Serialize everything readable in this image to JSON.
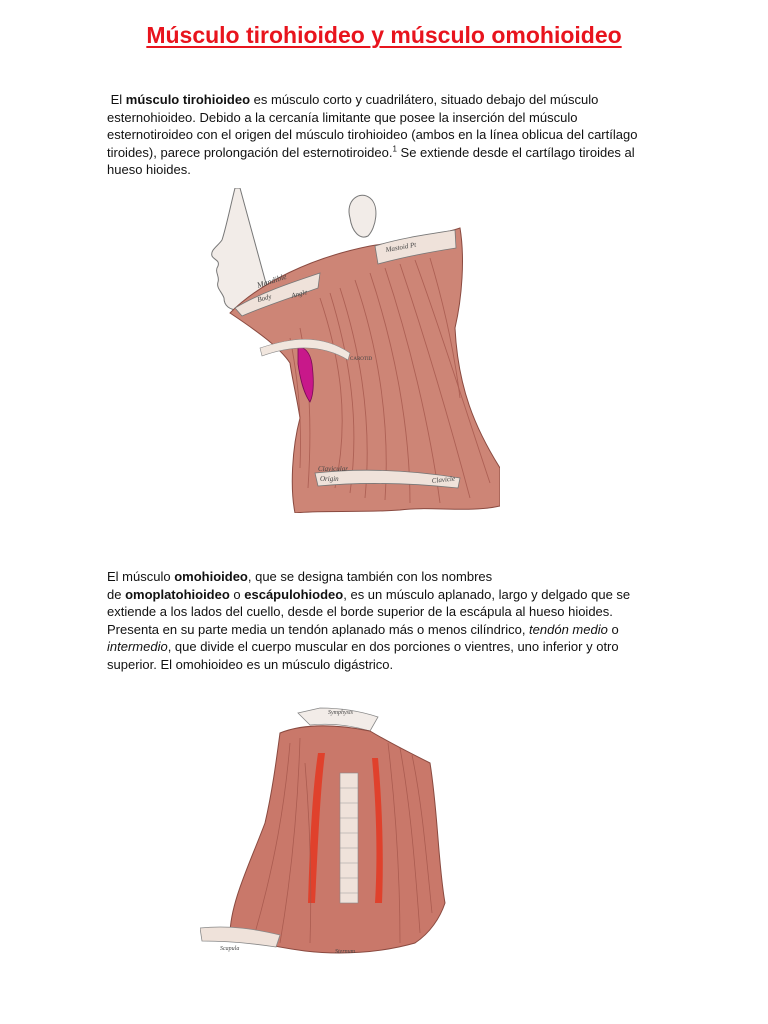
{
  "title": "Músculo tirohioideo y músculo omohioideo",
  "paragraph1": {
    "t1": "El ",
    "b1": "músculo tirohioideo",
    "t2": " es músculo corto y cuadrilátero, situado debajo del músculo esternohioideo. Debido a la cercanía limitante que posee la inserción del músculo esternotiroideo con el origen del músculo tirohioideo (ambos en la línea oblicua del cartílago tiroides), parece prolongación del esternotiroideo.",
    "sup": "1",
    "t3": " Se extiende desde el cartílago tiroides al hueso hioides."
  },
  "figure1": {
    "labels": {
      "mandible": "Mandible",
      "body": "Body",
      "angle": "Angle",
      "mastoid": "Mastoid Pt",
      "carotid": "CAROTID",
      "clavicular": "Clavicular",
      "origin": "Origin",
      "clavicle": "Clavicle"
    },
    "colors": {
      "muscle": "#cd8576",
      "muscle_dark": "#a6574c",
      "skin": "#f2ece8",
      "highlight": "#c8188a"
    }
  },
  "paragraph2": {
    "line1_a": "El músculo ",
    "line1_b": "omohioideo",
    "line1_c": ", que se designa también con los nombres",
    "line2_a": "de ",
    "line2_b": "omoplatohioideo",
    "line2_c": " o ",
    "line2_d": "escápulohiodeo",
    "line2_e": ", es un músculo aplanado, largo y delgado que se extiende a los lados del cuello, desde el borde superior de la escápula al hueso hioides. Presenta en su parte media un tendón aplanado más o menos cilíndrico, ",
    "i1": "tendón medio",
    "t_o": " o ",
    "i2": "intermedio",
    "t_end": ", que divide el cuerpo muscular en dos porciones o vientres, uno inferior y otro superior. El omohioideo es un músculo digástrico."
  },
  "figure2": {
    "labels": {
      "top": "Symphysis",
      "left": "Scapula",
      "bottom": "Sternum"
    },
    "colors": {
      "muscle": "#c9786a",
      "highlight": "#e0412c"
    }
  }
}
